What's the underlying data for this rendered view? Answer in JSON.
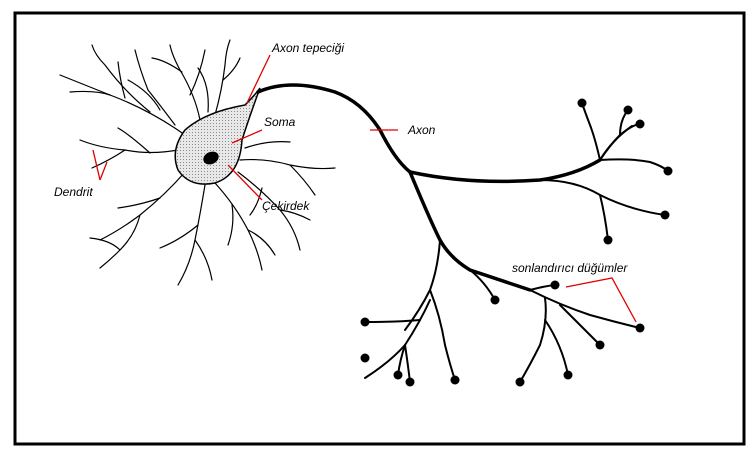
{
  "labels": {
    "axon_hillock": "Axon tepeciği",
    "soma": "Soma",
    "axon": "Axon",
    "dendrite": "Dendrit",
    "nucleus": "Çekirdek",
    "terminal_nodes": "sonlandırıcı düğümler"
  },
  "colors": {
    "outline": "#000000",
    "leader_line": "#e00000",
    "soma_fill": "#d4d4d4",
    "background": "#ffffff"
  }
}
